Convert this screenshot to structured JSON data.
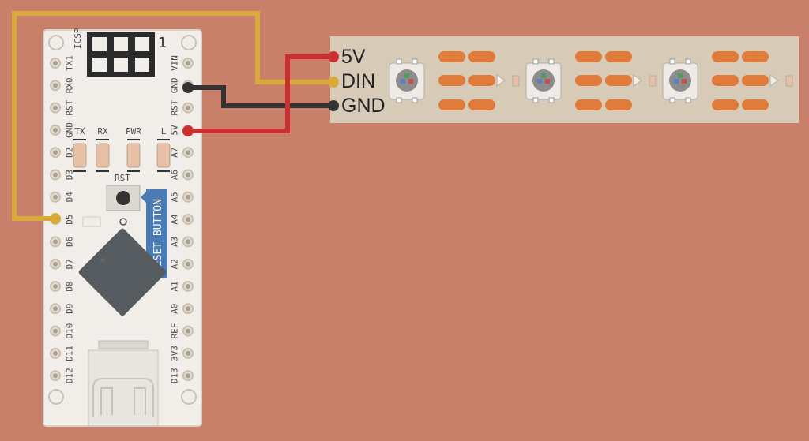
{
  "board": {
    "icsp_label": "ICSP",
    "icsp_pin1": "1",
    "left_pins": [
      "TX1",
      "RX0",
      "RST",
      "GND",
      "D2",
      "D3",
      "D4",
      "D5",
      "D6",
      "D7",
      "D8",
      "D9",
      "D10",
      "D11",
      "D12"
    ],
    "right_pins": [
      "VIN",
      "GND",
      "RST",
      "5V",
      "A7",
      "A6",
      "A5",
      "A4",
      "A3",
      "A2",
      "A1",
      "A0",
      "REF",
      "3V3",
      "D13"
    ],
    "led_labels": [
      "TX",
      "RX",
      "PWR",
      "L"
    ],
    "reset_label": "RST",
    "reset_callout": "RESET BUTTON"
  },
  "strip": {
    "connections": [
      "5V",
      "DIN",
      "GND"
    ],
    "led_count": 3
  },
  "wires": [
    {
      "name": "5v-wire",
      "color": "#cc2f2f",
      "from": "5V",
      "to": "5V"
    },
    {
      "name": "gnd-wire",
      "color": "#333333",
      "from": "GND",
      "to": "GND"
    },
    {
      "name": "data-wire",
      "color": "#d8aa38",
      "from": "D5",
      "to": "DIN"
    }
  ],
  "colors": {
    "background": "#c8806a",
    "board": "#f1eeea",
    "strip": "#d7cbb8",
    "pad": "#e07b3a",
    "wire_5v": "#cc2f2f",
    "wire_gnd": "#333333",
    "wire_data": "#d8aa38"
  }
}
